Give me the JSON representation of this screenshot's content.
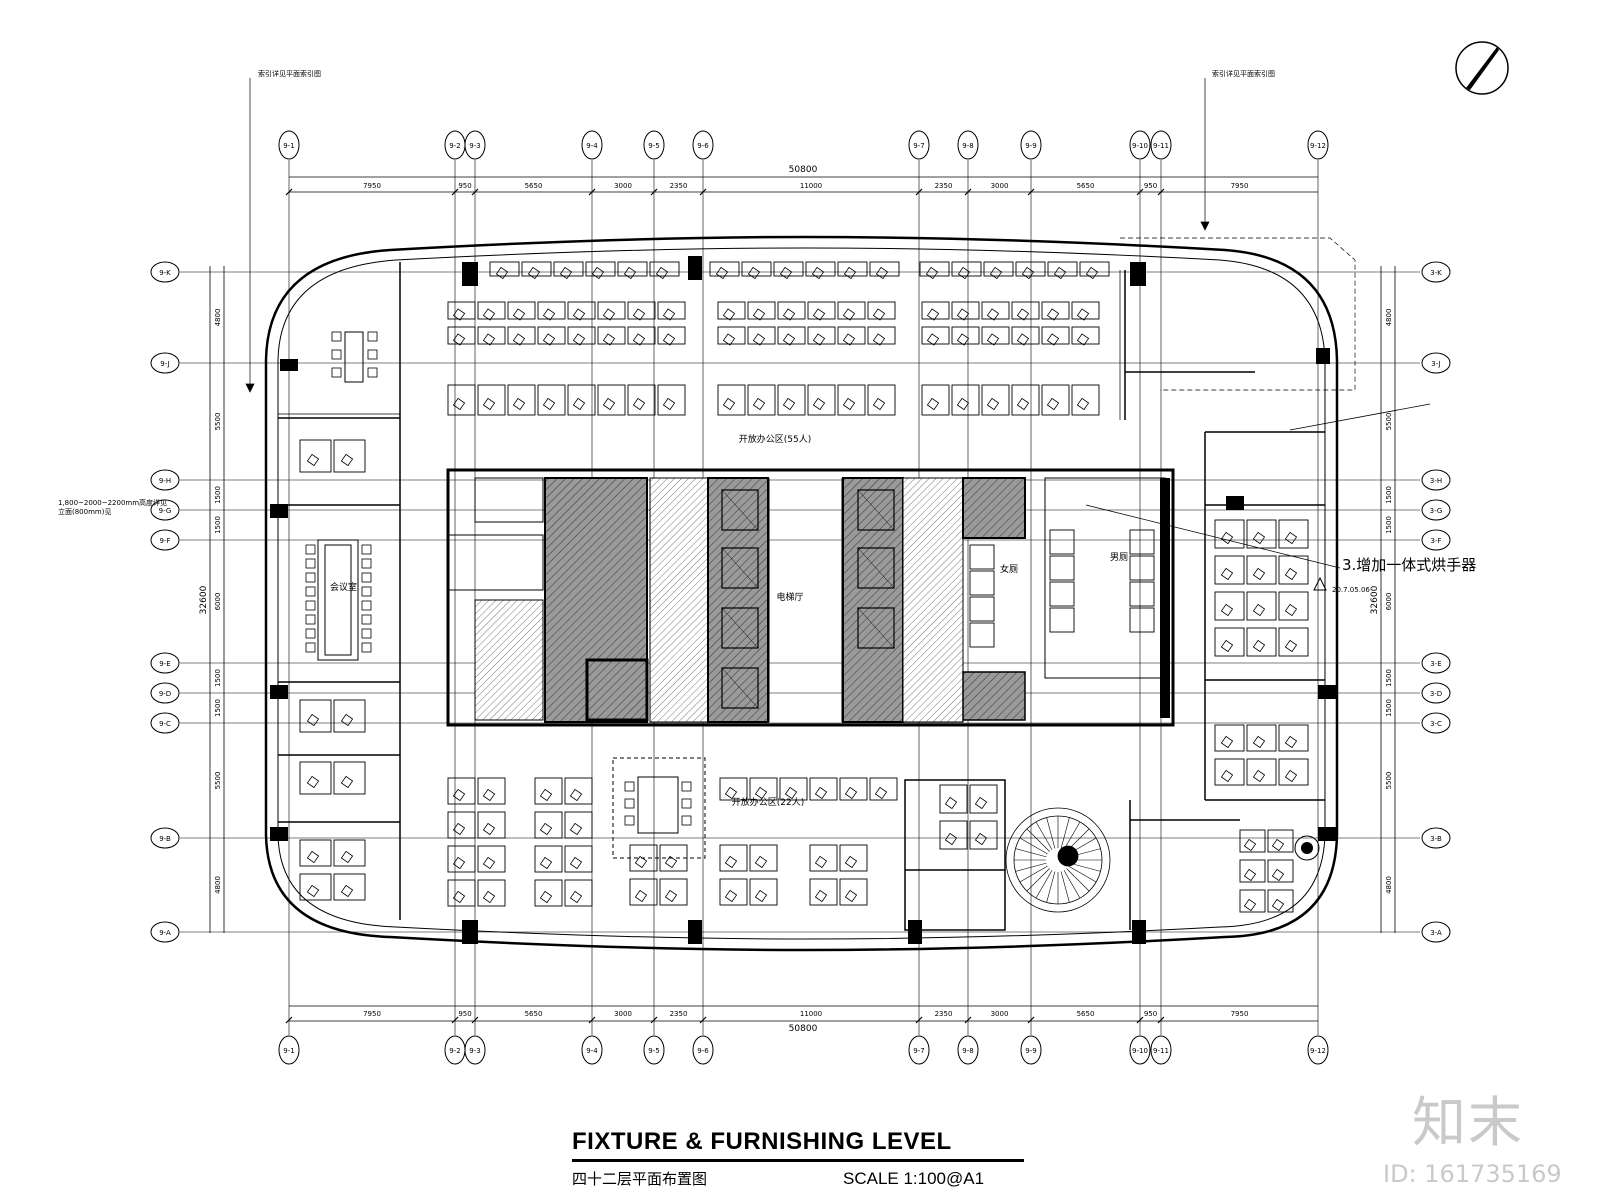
{
  "drawing": {
    "title": "FIXTURE & FURNISHING LEVEL",
    "subtitle": "四十二层平面布置图",
    "scale": "SCALE  1:100@A1"
  },
  "watermark": {
    "logo": "知末",
    "id": "ID: 161735169"
  },
  "grid": {
    "columns": [
      "9-1",
      "9-2",
      "9-3",
      "9-4",
      "9-5",
      "9-6",
      "9-7",
      "9-8",
      "9-9",
      "9-10",
      "9-11",
      "9-12"
    ],
    "rows": [
      "9-K",
      "9-J",
      "9-H",
      "9-G",
      "9-F",
      "9-E",
      "9-D",
      "9-C",
      "9-B",
      "9-A"
    ],
    "rows_right": [
      "3-K",
      "3-J",
      "3-H",
      "3-G",
      "3-F",
      "3-E",
      "3-D",
      "3-C",
      "3-B",
      "3-A"
    ]
  },
  "dimensions": {
    "overall": "50800",
    "segments": [
      "7950",
      "950",
      "5650",
      "3000",
      "2350",
      "11000",
      "2350",
      "3000",
      "5650",
      "950",
      "7950"
    ],
    "overall_height": "32600",
    "height_segments": [
      "4800",
      "5500",
      "1500",
      "1500",
      "6000",
      "1500",
      "1500",
      "5500",
      "4800"
    ]
  },
  "annotations": {
    "revision": "3.增加一体式烘手器",
    "revision_date": "20.7.05.06",
    "area_general": "开放办公区(55人)",
    "area_south": "开放办公区(22人)",
    "elevator_lobby": "电梯厅",
    "toilet_f": "女厕",
    "toilet_m": "男厕",
    "meeting": "会议室"
  },
  "colors": {
    "line": "#000000",
    "hatch": "#8a8a8a",
    "watermark": "#c9c9c9"
  }
}
